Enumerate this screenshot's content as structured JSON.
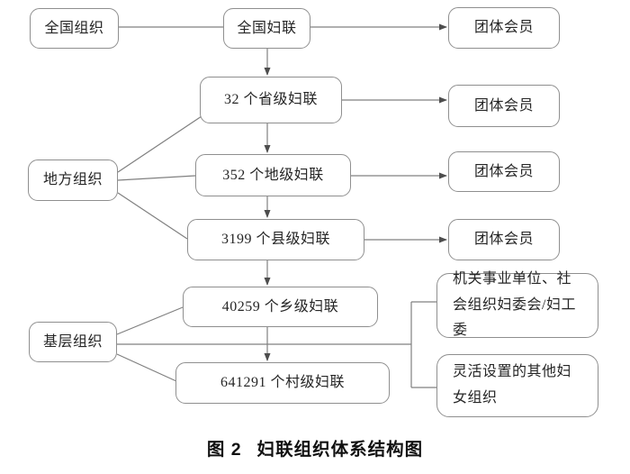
{
  "figure": {
    "caption_prefix": "图 2",
    "caption_title": "妇联组织体系结构图"
  },
  "nodes": {
    "national_org": "全国组织",
    "local_org": "地方组织",
    "grassroots_org": "基层组织",
    "national_federation": "全国妇联",
    "provincial_federations": "32 个省级妇联",
    "prefecture_federations": "352 个地级妇联",
    "county_federations": "3199 个县级妇联",
    "township_federations": "40259 个乡级妇联",
    "village_federations": "641291 个村级妇联",
    "group_member_1": "团体会员",
    "group_member_2": "团体会员",
    "group_member_3": "团体会员",
    "group_member_4": "团体会员",
    "unit_committees": "机关事业单位、社会组织妇委会/妇工委",
    "flexible_orgs": "灵活设置的其他妇女组织"
  },
  "edges": [
    {
      "from": "national_org",
      "to": "national_federation",
      "arrow": false
    },
    {
      "from": "national_federation",
      "to": "group_member_1",
      "arrow": true
    },
    {
      "from": "national_federation",
      "to": "provincial_federations",
      "arrow": true
    },
    {
      "from": "provincial_federations",
      "to": "group_member_2",
      "arrow": true
    },
    {
      "from": "provincial_federations",
      "to": "prefecture_federations",
      "arrow": true
    },
    {
      "from": "prefecture_federations",
      "to": "group_member_3",
      "arrow": true
    },
    {
      "from": "prefecture_federations",
      "to": "county_federations",
      "arrow": true
    },
    {
      "from": "county_federations",
      "to": "group_member_4",
      "arrow": true
    },
    {
      "from": "county_federations",
      "to": "township_federations",
      "arrow": true
    },
    {
      "from": "township_federations",
      "to": "village_federations",
      "arrow": true
    },
    {
      "from": "local_org",
      "to": "provincial_federations",
      "arrow": false
    },
    {
      "from": "local_org",
      "to": "prefecture_federations",
      "arrow": false
    },
    {
      "from": "local_org",
      "to": "county_federations",
      "arrow": false
    },
    {
      "from": "grassroots_org",
      "to": "township_federations",
      "arrow": false
    },
    {
      "from": "grassroots_org",
      "to": "village_federations",
      "arrow": false
    },
    {
      "from": "grassroots_org",
      "to": "unit_committees",
      "arrow": false
    },
    {
      "from": "grassroots_org",
      "to": "flexible_orgs",
      "arrow": false
    }
  ],
  "colors": {
    "line": "#808080",
    "border": "#8f8f8f",
    "text": "#262626",
    "arrowhead": "#4d4d4d"
  }
}
